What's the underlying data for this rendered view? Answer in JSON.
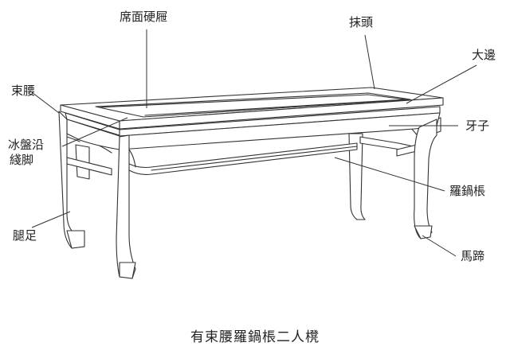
{
  "labels": {
    "seat_panel": "席面硬屜",
    "edge_moulding": "抹頭",
    "long_edge": "大邊",
    "waist": "束腰",
    "apron": "牙子",
    "ice_tray_edge_1": "冰盤沿",
    "ice_tray_edge_2": "綫脚",
    "luoguo_stretcher": "羅鍋棖",
    "leg_foot": "腿足",
    "horse_hoof": "馬蹄"
  },
  "caption": "有束腰羅鍋棖二人櫈"
}
